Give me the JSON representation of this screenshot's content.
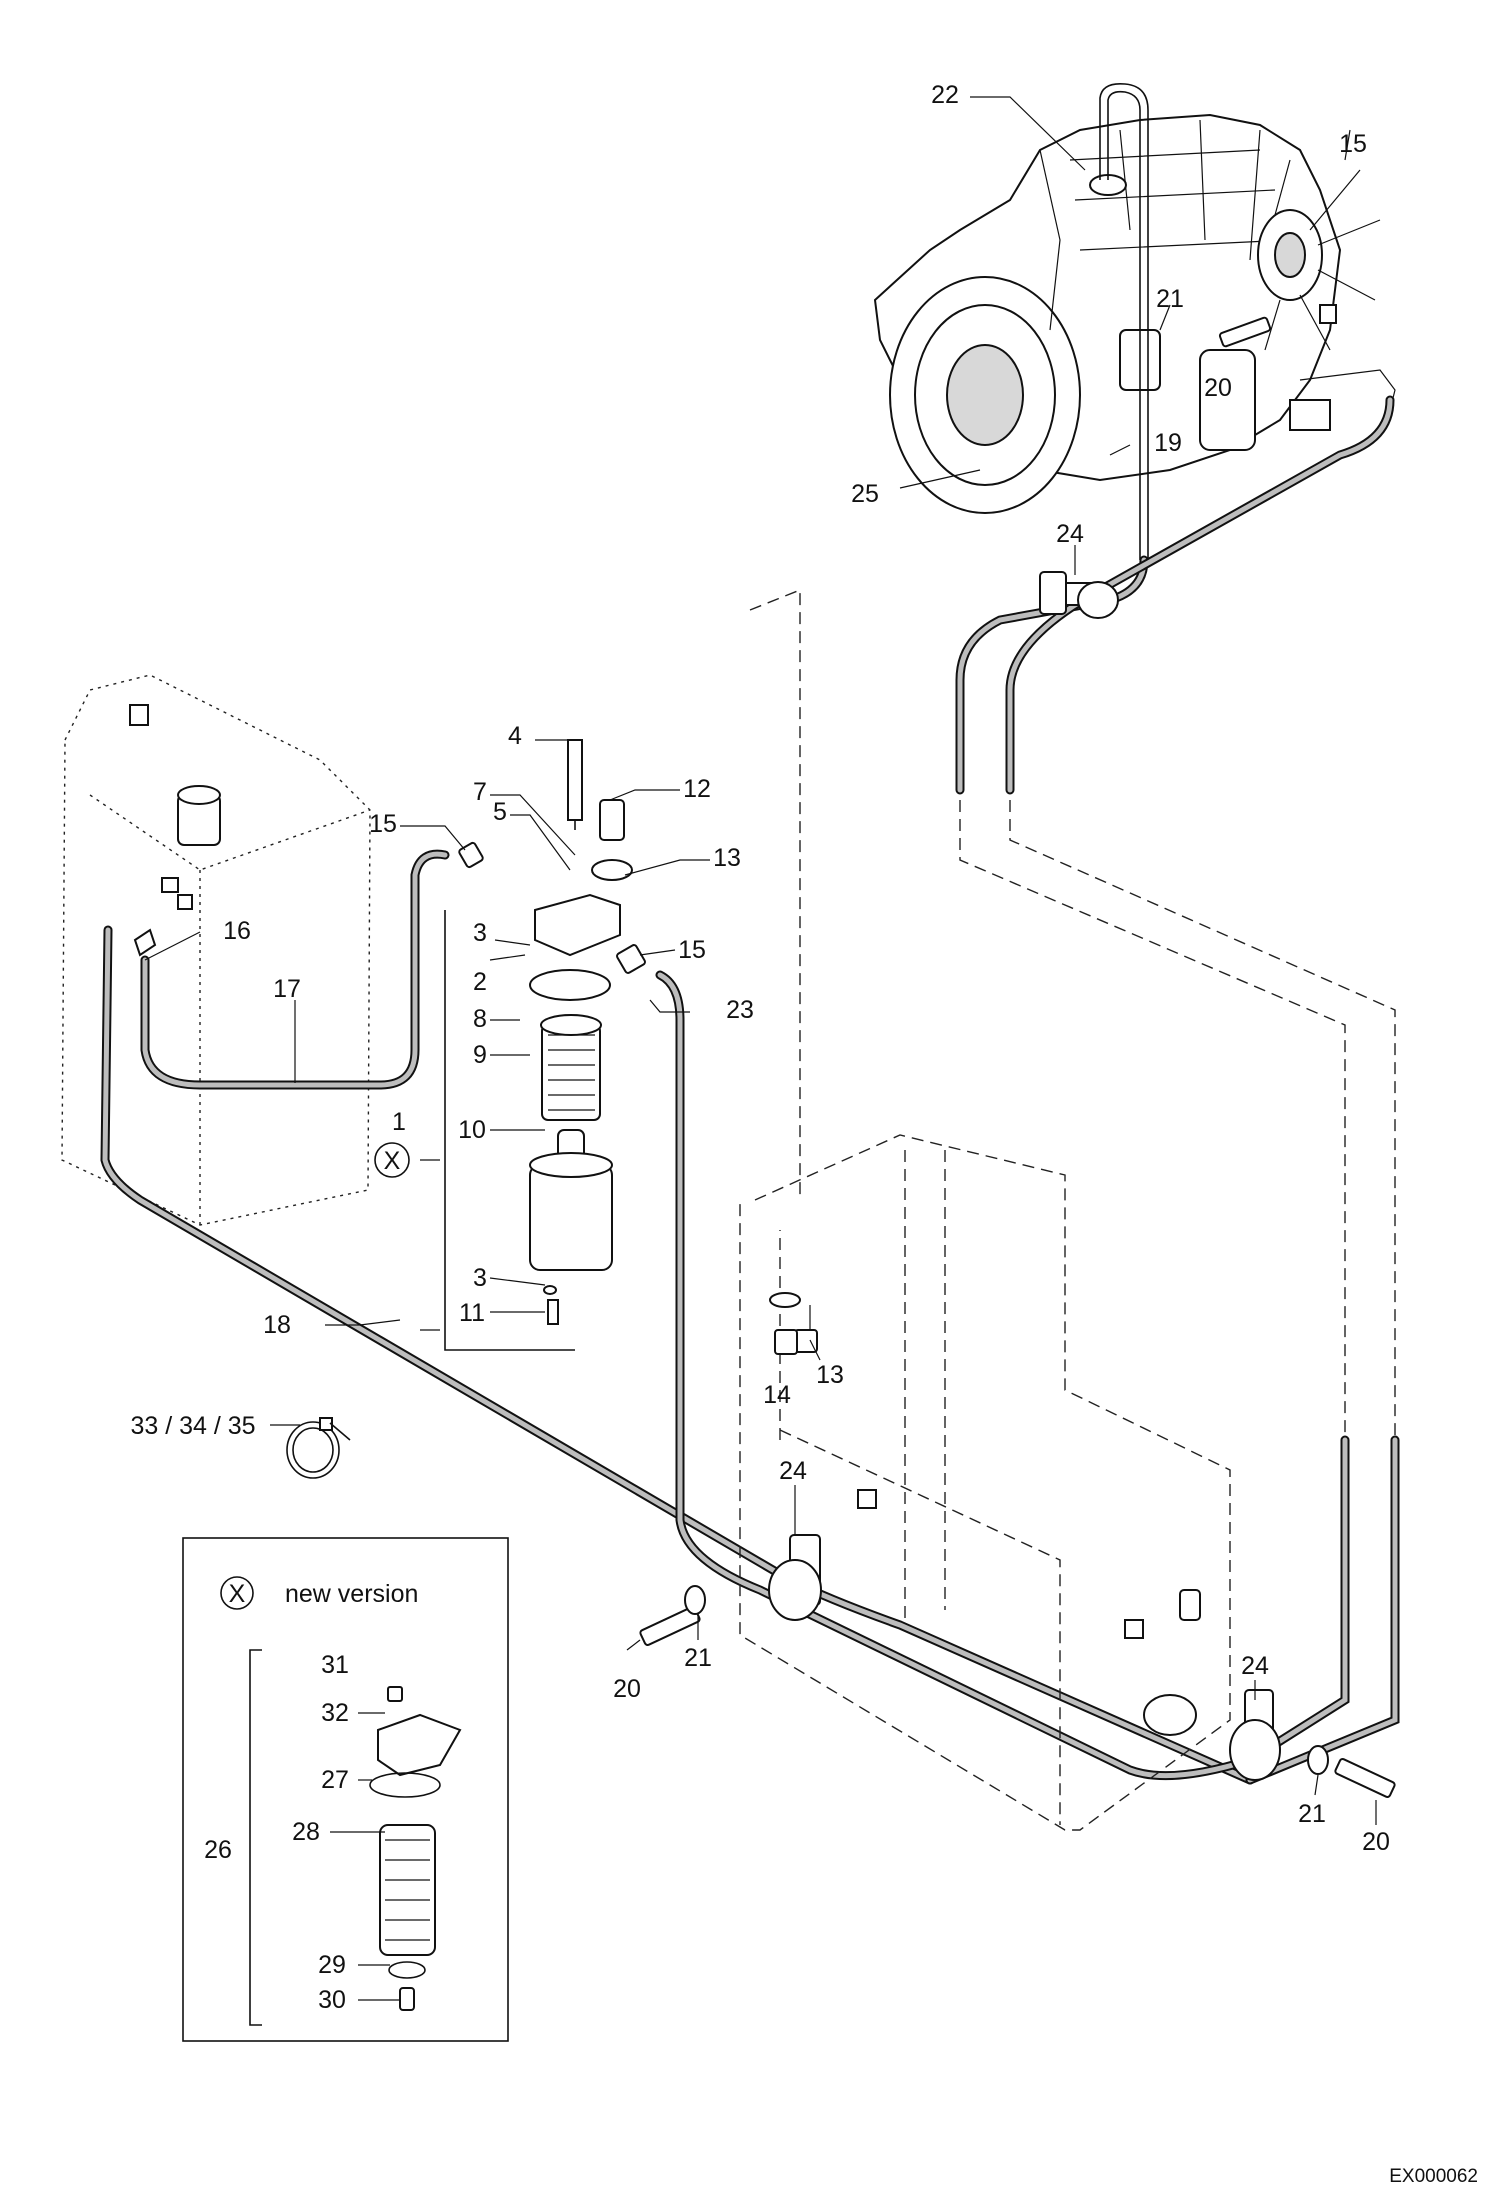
{
  "drawing_ref": "EX000062",
  "legend": {
    "symbol": "X",
    "text": "new version"
  },
  "labels": {
    "l1": "1",
    "l2": "2",
    "l3a": "3",
    "l3b": "3",
    "l4": "4",
    "l5": "5",
    "l7": "7",
    "l8": "8",
    "l9": "9",
    "l10": "10",
    "l11": "11",
    "l12": "12",
    "l13a": "13",
    "l13b": "13",
    "l14": "14",
    "l15a": "15",
    "l15b": "15",
    "l15c": "15",
    "l16": "16",
    "l17": "17",
    "l18": "18",
    "l19": "19",
    "l20a": "20",
    "l20b": "20",
    "l20c": "20",
    "l21a": "21",
    "l21b": "21",
    "l21c": "21",
    "l22": "22",
    "l23": "23",
    "l24a": "24",
    "l24b": "24",
    "l24c": "24",
    "l25": "25",
    "l26": "26",
    "l27": "27",
    "l28": "28",
    "l29": "29",
    "l30": "30",
    "l31": "31",
    "l32": "32",
    "l33": "33 / 34  / 35"
  },
  "x_marker": "X"
}
